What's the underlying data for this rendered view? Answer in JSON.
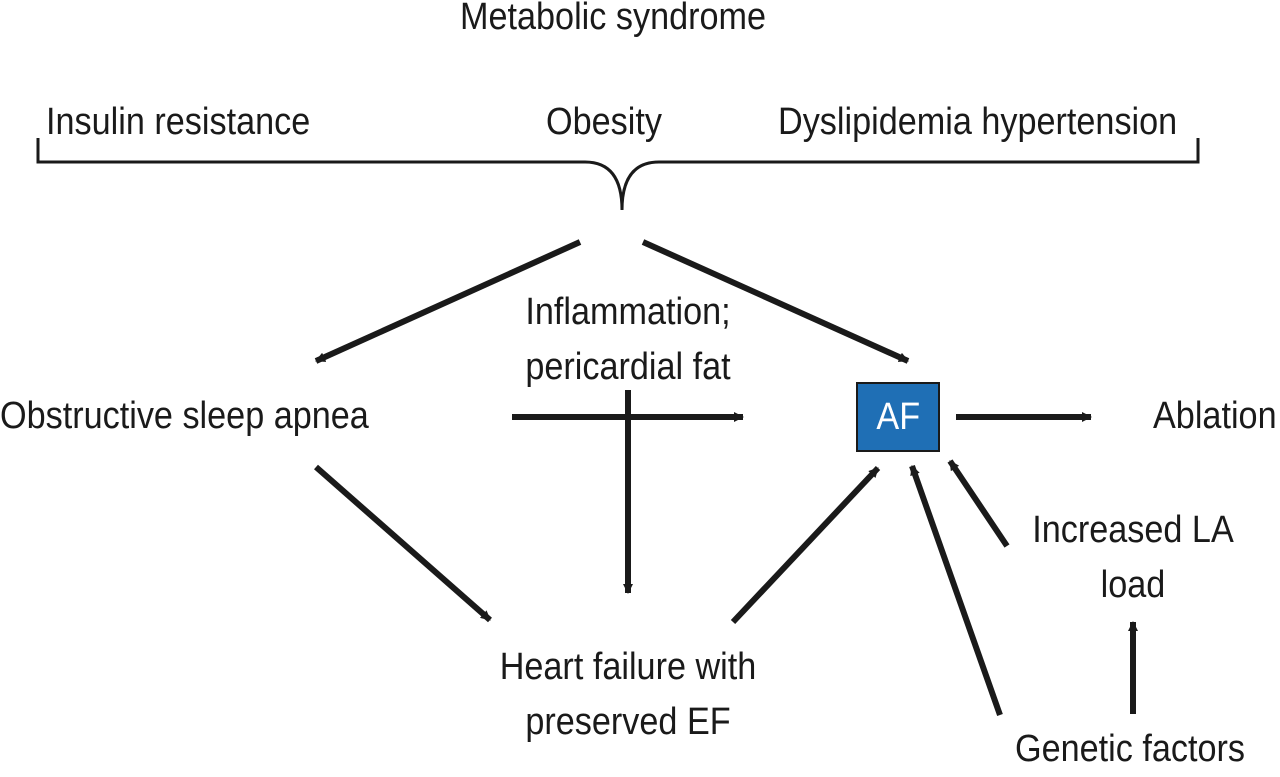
{
  "title": "Metabolic syndrome",
  "components": {
    "left": "Insulin resistance",
    "center": "Obesity",
    "right": "Dyslipidemia hypertension"
  },
  "nodes": {
    "osa": "Obstructive sleep apnea",
    "inflammation": [
      "Inflammation;",
      "pericardial fat"
    ],
    "af": "AF",
    "ablation": "Ablation",
    "hfpef": [
      "Heart failure with",
      "preserved EF"
    ],
    "la_load": [
      "Increased LA",
      "load"
    ],
    "genetic": "Genetic factors"
  },
  "colors": {
    "af_fill": "#1f6fb5",
    "af_text": "#ffffff",
    "ink": "#1a1a1a"
  }
}
